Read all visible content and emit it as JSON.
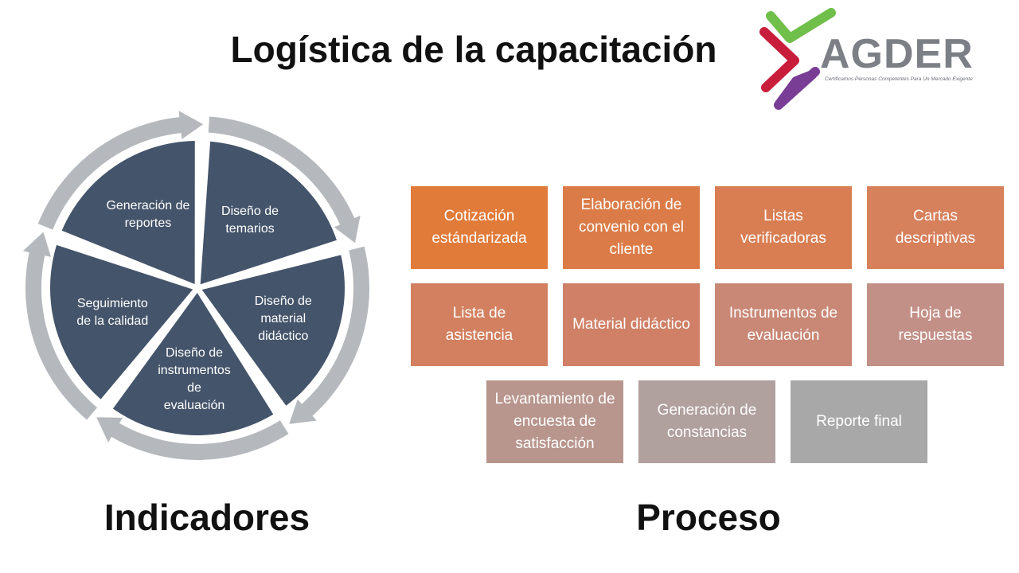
{
  "title": "Logística de la capacitación",
  "logo": {
    "name": "AGDER",
    "tagline": "Certificamos Personas Competentes Para Un Mercado Exigente"
  },
  "cycle": {
    "segments": [
      {
        "id": "seg-1",
        "label": "Diseño de\ntemarios"
      },
      {
        "id": "seg-2",
        "label": "Diseño de\nmaterial\ndidáctico"
      },
      {
        "id": "seg-3",
        "label": "Diseño de\ninstrumentos\nde\nevaluación"
      },
      {
        "id": "seg-4",
        "label": "Seguimiento\nde la calidad"
      },
      {
        "id": "seg-5",
        "label": "Generación de\nreportes"
      }
    ],
    "colors": {
      "segment": "#44546a",
      "arrow": "#b5b8bd"
    }
  },
  "process": {
    "rows": [
      [
        "Cotización estándarizada",
        "Elaboración de convenio con el cliente",
        "Listas verificadoras",
        "Cartas descriptivas"
      ],
      [
        "Lista de asistencia",
        "Material didáctico",
        "Instrumentos de evaluación",
        "Hoja de respuestas"
      ],
      [
        "Levantamiento de encuesta de satisfacción",
        "Generación de constancias",
        "Reporte final"
      ]
    ],
    "colors": [
      [
        "#e07b3a",
        "#db7c48",
        "#d87e52",
        "#d6805c"
      ],
      [
        "#d28060",
        "#cf8066",
        "#c98876",
        "#c39087"
      ],
      [
        "#b8968e",
        "#b0a09e",
        "#a8a8a8"
      ]
    ]
  },
  "labels": {
    "left": "Indicadores",
    "right": "Proceso"
  }
}
